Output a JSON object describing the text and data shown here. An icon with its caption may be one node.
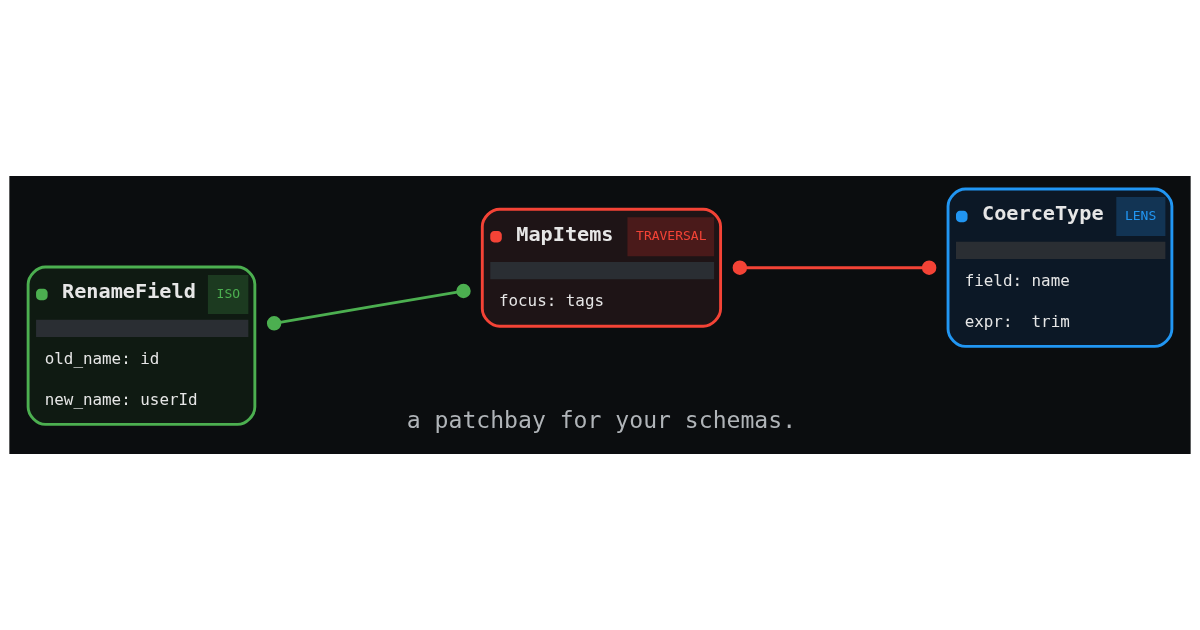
{
  "diagram": {
    "nodes": [
      {
        "text": [
          "RenameField",
          "ISO",
          "old_name: id",
          "new_name: userId"
        ]
      },
      {
        "text": [
          "MapItems",
          "TRAVERSAL",
          "focus: tags"
        ]
      },
      {
        "text": [
          "CoerceType",
          "LENS",
          "field: name",
          "expr:  trim"
        ]
      }
    ],
    "edges": [
      {
        "from": 0,
        "to": 1,
        "arrow": "other",
        "color": "#4caf50"
      },
      {
        "from": 1,
        "to": 2,
        "arrow": "other",
        "color": "#f44336"
      }
    ],
    "labels": [
      "a patchbay for your schemas."
    ]
  }
}
